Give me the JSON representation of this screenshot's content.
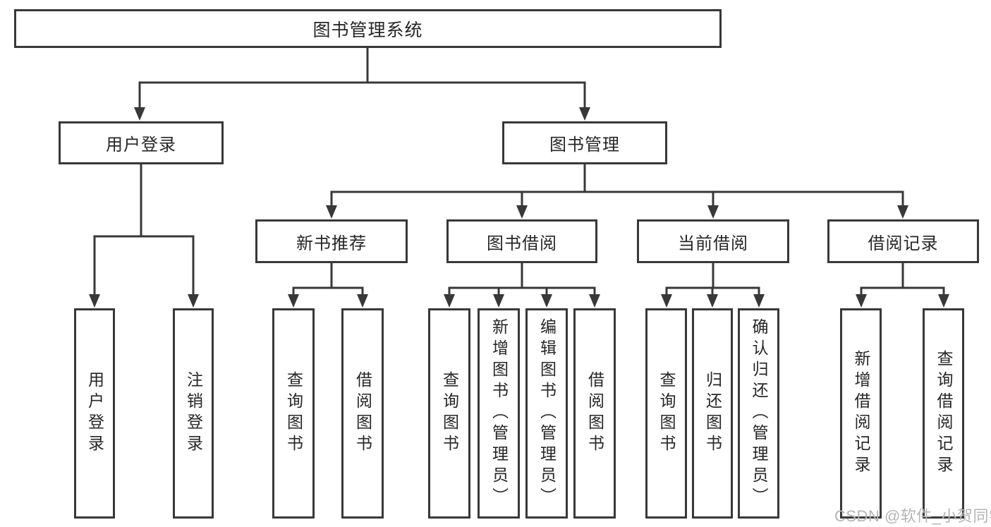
{
  "diagram": {
    "root": {
      "label": "图书管理系统"
    },
    "level2": [
      {
        "label": "用户登录"
      },
      {
        "label": "图书管理"
      }
    ],
    "level3": [
      {
        "label": "新书推荐"
      },
      {
        "label": "图书借阅"
      },
      {
        "label": "当前借阅"
      },
      {
        "label": "借阅记录"
      }
    ],
    "leaves": [
      {
        "label": "用户登录"
      },
      {
        "label": "注销登录"
      },
      {
        "label": "查询图书"
      },
      {
        "label": "借阅图书"
      },
      {
        "label": "查询图书"
      },
      {
        "label": "新增图书（管理员）"
      },
      {
        "label": "编辑图书（管理员）"
      },
      {
        "label": "借阅图书"
      },
      {
        "label": "查询图书"
      },
      {
        "label": "归还图书"
      },
      {
        "label": "确认归还（管理员）"
      },
      {
        "label": "新增借阅记录"
      },
      {
        "label": "查询借阅记录"
      }
    ]
  },
  "watermark": {
    "text": "CSDN @软件_小贺同学"
  },
  "colors": {
    "line": "#383838",
    "text": "#262626",
    "watermark": "#b5b5b5",
    "bg": "#ffffff"
  }
}
